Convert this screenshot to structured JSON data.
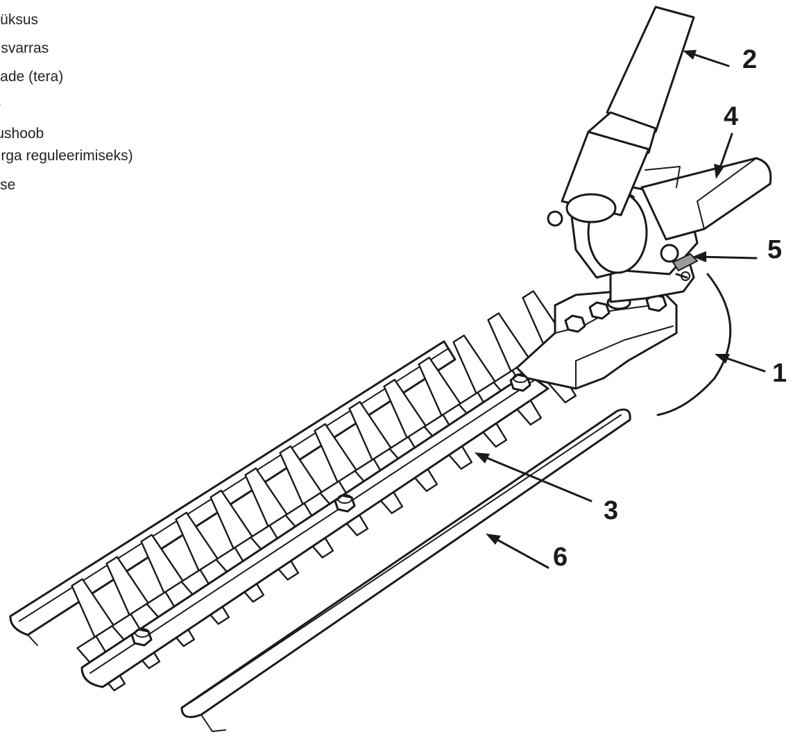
{
  "legend": {
    "items": [
      {
        "text": "usüksus"
      },
      {
        "text": "dusvarras"
      },
      {
        "text": "seade (tera)"
      },
      {
        "text": "de"
      },
      {
        "text": "stushoob"
      },
      {
        "text": "nurga reguleerimiseks)"
      },
      {
        "text": "aitse"
      }
    ]
  },
  "callouts": [
    {
      "label": "1"
    },
    {
      "label": "2"
    },
    {
      "label": "3"
    },
    {
      "label": "4"
    },
    {
      "label": "5"
    },
    {
      "label": "6"
    }
  ],
  "colors": {
    "ink": "#1a1a1a",
    "paper": "#ffffff",
    "shade": "#9a9a9a"
  }
}
